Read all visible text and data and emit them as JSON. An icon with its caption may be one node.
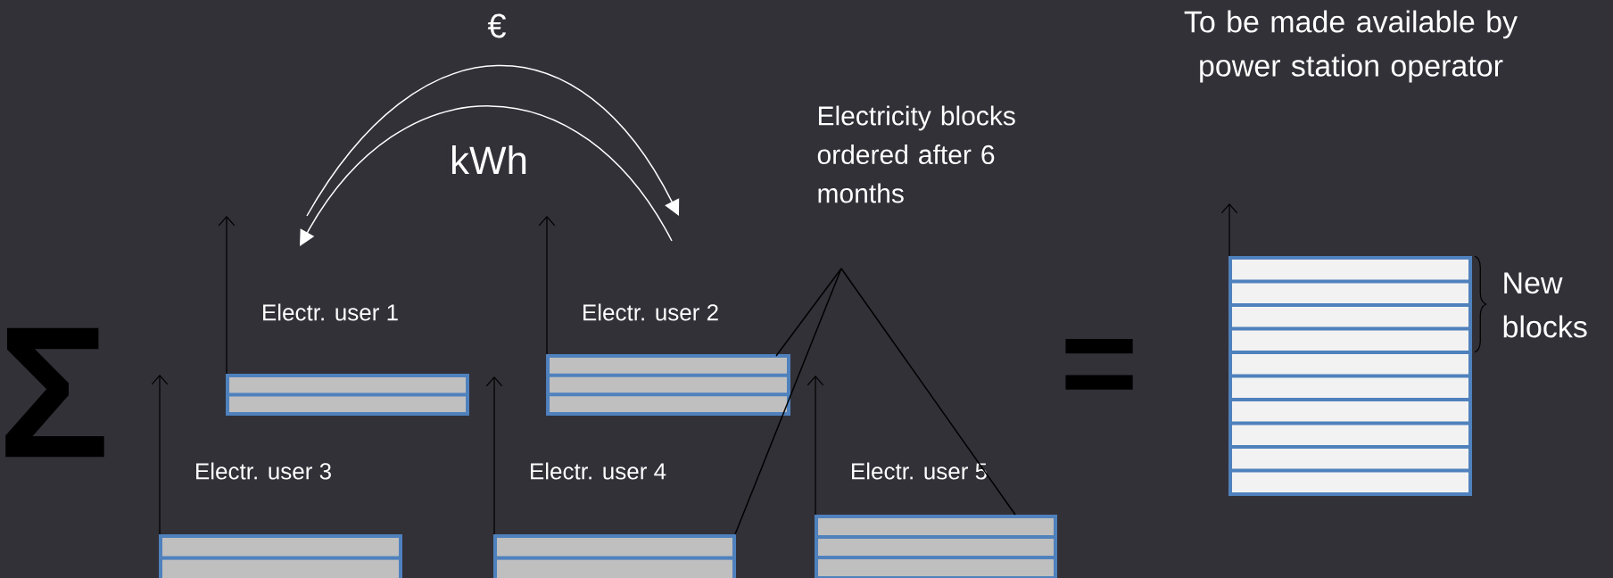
{
  "diagram": {
    "nodes": [
      {
        "text": [
          "Electr. user 1"
        ]
      },
      {
        "text": [
          "Electr. user 2"
        ]
      },
      {
        "text": [
          "Electr. user 3"
        ]
      },
      {
        "text": [
          "Electr. user 4"
        ]
      },
      {
        "text": [
          "Electr. user 5"
        ]
      },
      {
        "text": [
          "Electricity blocks ordered after 6 months"
        ]
      },
      {
        "text": [],
        "shape": "bar",
        "beside": [
          "New blocks"
        ]
      }
    ],
    "edges": [
      {
        "from": 0,
        "to": 1,
        "arrow": "to",
        "label": "€",
        "color": "#ffffff"
      },
      {
        "from": 1,
        "to": 0,
        "arrow": "to",
        "label": "kWh",
        "color": "#ffffff"
      },
      {
        "from": 5,
        "to": 1,
        "arrow": "none"
      },
      {
        "from": 5,
        "to": 3,
        "arrow": "none"
      },
      {
        "from": 5,
        "to": 4,
        "arrow": "none"
      }
    ],
    "labels": [
      "To be made available by power station operator",
      "Σ",
      "="
    ]
  }
}
